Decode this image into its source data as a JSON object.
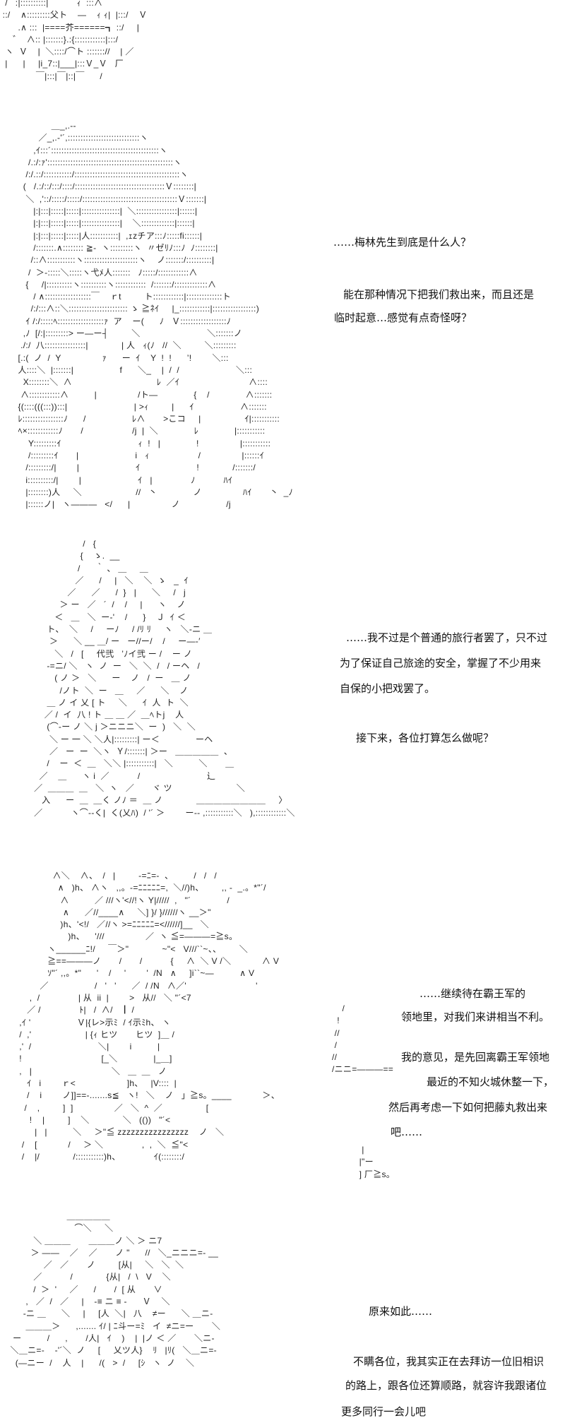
{
  "art": {
    "fig0": "  /   :|::::::::::|           ｨ  :::∧     \n ::/    ∧:::::::::父ト    ―    ｨ ｨ|  |:::/    Ｖ\n       .∧ :::  |====芥======┓ ::/     |\n     ゛  ∧:: |:::::::}.:{::::::::::::|:::/\n  ヽ  Ｖ    |  ＼::::/⌒ト ::::::://    | ／\n  |      |     |i_7::|___|:::Ｖ_Ｖ   厂\n              ￣|:::|￣|::|￣      /",
    "fig1": "                    ＿_,.-‐\n               ／_,.-'´,::::::::::::::::::::::::::::ヽ\n             ,ｲ:::´::::::::::::::::::::::::::::::::::::::::::ヽ\n           /.:/:ｧ':::::::::::::::::::::::::::::::::::::::::::::::::ヽ\n          /:/.::/:::::::::::/:::::::::::::::::::::::::::::::::::::::::ヽ\n         (   /.:/::/:::/::::/:::::::::::::::::::::::::::::::::::Ｖ::::::::|\n          ＼  ,'::/:::::/:::::/:::::::::::::::::::::::::::::::::::::Ｖ:::::::|\n             |:|:::|:::::|:::::|:::::::::::::::|  ＼::::::::::::::::|::::::|\n             |:|:::|:::::|:::::|:::::::::::::::|    ＼:::::::::::::|::::::|\n             |:|:::|:::::|:::::|人:::::::::::|  ,ｪzチア:::ﾉ:::::fi::::::|\n             /:::::::.∧:::::::: ≧-  ヽ:::::::::ヽ  〃ゼﾘﾉ:::ﾉ  ﾉ::::::::|\n            /::∧:::::::::::ヽ:::::::::::::::::::::ヽ    ノ:::::::/::::::::::|\n           /  ＞-:::::＼:::::ヽ弋ﾒ人:::::::   ﾉ:::::/::::::::::::∧\n          {     /|::::::::::ヽ::::::::::ヽ::::::::::::  /:::::::/:::::::::::::∧\n             / ∧::::::::::::::::::￣    ｒt         ト::::::::::::|::::::::::::::ト\n            /:/:::∧::＼::::::::::::::::::::::: ゝ ≧ﾈｲ     |_::::::::::::|:::::::::::::::::)\n          ｲ /:/:::::ﾍ::::::::::::::::::ｧ  ア    ー(      ﾉ   Ｖ::::::::::::::::::ﾉ\n         ,ﾉ  [/:|:::::::::> ー―ー┤         ＼                          ＼:::::::ノ\n        ./:/  八::::::::::::::::|             | 人   ｨ(ﾉ   //  ＼         ＼:::::::::\n       [.:(  ノ  /  Y                ｧ      ー  ｲ    Y  !  !      ’!        ＼:::\n       人::::＼  |:::::::|                  f      ＼_    |  /  /                      ＼:::\n         X::::::::＼  ∧                                 ﾚ  ／ｲ                           ∧::::\n        ∧::::::::::::∧          |                /ト―              {    /              ∧:::::::\n       {(::::(((:::)):::|                          | >ｨ         |      ｲ                  ∧:::::::\n       ﾚ::::::::::::::::ﾉ      /                  ﾚ∧       >こコ     |                 ｲ|:::::::::::\n       ﾍ×::::::::::::ﾉ       /                   /j  |  ＼              ﾚ              |:::::::::::\n           Y:::::::::ｲ                              ｨ  !   |              !                |:::::::::::\n           /:::::::::ｲ       |                      i   ｨ                   /                |::::::ｲ\n          /:::::::::/|        |                      ｲ                      !             /:::::::/\n          i::::::::::/|        |                      ｲ   |               ﾉ           ﾊｲ\n          |::::::::)人     ＼                     //   丶              ノ                ﾊｲ       丶  _ﾉ\n          |::::::ノ|   ヽ―――   </      |                ノ                  /j",
    "fig2": "                        /   {\n                       {    ゝ.  __\n                      /      ｀ 、 ＿     ＿\n                     ／      /     |   ＼    ＼  ゝ   _  ｲ\n                  ／      ／      /  }   |      ＼     /   j\n               ＞ ー   ／   ´  /    /     |      ヽ    ノ\n             ＜   ＿   ＼  ー‐'    /      }    Ｊ  ｲ ＜\n          ト、  ＼     /     ーﾉ     / /ﾘ ﾘ     ヽ   ＼-ニ ＿\n           ＞      ＼ __ ＿/ ー   ー//ー/    /     ー―‐′\n             ＼   /   [     代弐   ’ﾉイ弐 ー /    ー ノ\n          -=ニ/ ＼   ヽ  ノ  ー   ＼  ＼  /   / ーヘ   /\n             ( ノ ＞   ＼      ー    ノ   /  ー   ＿ ノ\n               /ノト  ＼  ー   ＿     ／      ＼    ノ\n          ＿ ノ イ 乂 [ ト     ＼      ｲ  人  ト  ＼\n         ／ /  イ  八 ! ト ＿ ＿ ／  ＿ﾍトj    人\n          (⌒-ー ノ ＼ j ＞ニニニ＼  ー  )   ＼  ＼\n           ＼ ー 一 ＼ ＼人|:::::::::| ー＜              ーヘ\n           ／   ー  ー  ＼ヽ  Ｙ/:::::::| ＞ー   ＿＿＿＿＿  、\n          /    ー  ＜  ＿   ＼＼ |:::::::::::|   ＼          ＼       ＿\n       ／    ＿      ヽ i  ／           /                          辶\n     ／  ＿＿＿  ＿   ＼  ヽ   ／       ヾ ツ                         ＼\n        入      ー  ＿  ＿く ノﾉ ＝  ＿ ノ             ＿＿＿＿＿＿＿＿     〉\n     ／           ヽ⌒-‐く|  く(乂ﾊ)  / '´ ＞        ー-‐ ,:::::::::::＼   ),::::::::::::＼",
    "fig3": "               ∧＼    ∧、  /   |         -=ﾆ=-  、        /   /   /\n                 ∧   )h、 ∧ヽ   ,,。-=ﾆﾆﾆﾆﾆ=,  ＼//)h、       ,, -  _.。*\"´/\n                  ∧          ／ ///ヽ'<//!ヽ Y|/////  ,   \"´              /\n                   ∧      ／//____∧     ＼] }/ }//////ヽ __＞\"\n                  )h、'<!/   ／//ヽ >=ﾆﾆﾆﾆﾆ=<//////]__   ＼\n                     )h、    '///                ／  ヽ ≦=―――=≧s。\n             ヽ______ﾆ!/     ￣＞\"             ~\"<   V///``~、、       ＼\n             ≧==―――ノ       /       /           {     ∧  ＼ V /＼            ∧ V\n             ｿ\"´ ,,。*\"      '    /     '        '  /N   ∧     ]i``~―          ∧ V\n          ／                  /   '   '      ／  / /N   ∧／'                           '\n      ,  /               | 从  ii  |        >   从//   ＼ \"´<7\n     ／ /               ﾄ|   /  ∧/   ┃ /\n  ,ｲ '                  Ｖ|{レ>示ﾐ  / ｲ示ﾐh、 ヽ\n  /  ,'                     | {ｨ ヒツ       ヒツ  ]＿ /\n  ,'  /                          ＼|        i          |\n  !                               [_＼              |_＿]\n  ,   |                               ＼   ＿  ＿   ノ\n     ｲ   i        ｒ<                    ]h、   |V::::  |\n     /    i        ノ]]==‐.......s≦   ヽ!   ＼    ノ   」≧s。____            ＞、\n    /    ,         ]  ]                ／   ＼  ^  ／                 [\n      !    |         ]    ＼             ＼   (())   \"´<\n        |   |          ＼     ＞\"≦ zzzzzzzzzzzzzzzz    ノ   ＼\n   /    [            /     ＞ ＼               ,  ,  ＼  ≦\"<\n   /    |/             /:::::::::::)h、             ｲ(::::::::/",
    "fig3b": "    /\n  !\n //\n /\n//\n/ニニ=―――==",
    "fig3c": "  |\n |\"ー\n ] 厂≧s。",
    "fig4": "                          ＿＿＿＿＿\n                             ⌒＼     ＼\n             ＼ ＿＿＿       ＿＿＿ノ ＼ ＞ ニ7\n            ＞ ――    ／    ／       ノ \"      //   ＼_ニニニ=- __\n                 ／   ／       ノ         [从|     ＼   ＼  ＼\n             ／           /             {从|   /  \\   V    ＼\n             /  ＞  '     ／      /       /  [ 从       ∨\n          ,   ／  /   ／     |    -≡ ニ ≡ -      Ｖ    ＼\n         -ニ ＿      ＼     |     [人  ＼|   八    ≠ー      ＼ ＿ニ-\n          ＿＿＿＞      ,....... ｲ/ | ﾆ斗ー=ﾐ   イ  ≠ニ=ー       ＼\n     ー          /      ,       /人|   ｲ    )    |  |ノ ＜ ／       ＼ニ-\n    ＼＿ニ=-    -'´＼  ノ     [     乂ツ人}    ﾘ   |ﾘ(   ＼＿ニ=-\n      (―ニー  /    人    |      /(   >  /     [ｼ   ヽ  ノ    ＼"
  },
  "dialogue": {
    "block1": [
      "……梅林先生到底是什么人？",
      "能在那种情况下把我们救出来，而且还是",
      "临时起意…感觉有点奇怪呀？"
    ],
    "block2": [
      "……我不过是个普通的旅行者罢了，只不过",
      "为了保证自己旅途的安全，掌握了不少用来",
      "自保的小把戏罢了。",
      "接下来，各位打算怎么做呢？"
    ],
    "block3": [
      "……继续待在霸王军的",
      "领地里，对我们来讲相当不利。",
      "我的意见，是先回离霸王军领地",
      "最近的不知火城休整一下，",
      "然后再考虑一下如何把藤丸救出来",
      "吧……"
    ],
    "block4": [
      "原来如此……",
      "不瞒各位，我其实正在去拜访一位旧相识",
      "的路上，跟各位还算顺路，就容许我跟诸位",
      "更多同行一会儿吧"
    ]
  }
}
